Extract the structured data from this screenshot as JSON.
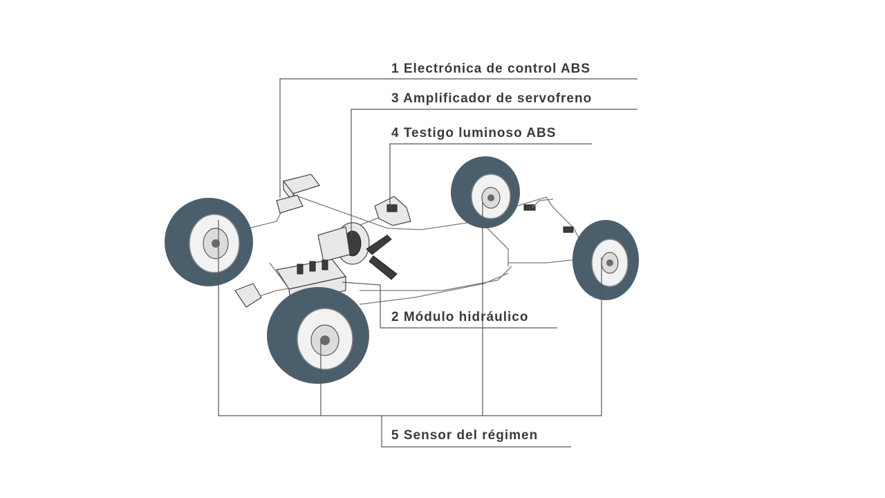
{
  "callouts": [
    {
      "id": "electronica",
      "text": "1 Electrónica de control ABS"
    },
    {
      "id": "modulo",
      "text": "2 Módulo hidráulico"
    },
    {
      "id": "amplificador",
      "text": "3 Amplificador de servofreno"
    },
    {
      "id": "testigo",
      "text": "4 Testigo luminoso ABS"
    },
    {
      "id": "sensor",
      "text": "5 Sensor del régimen"
    }
  ],
  "colors": {
    "tire": "#4b5e6b",
    "leader": "#555555",
    "text": "#3a3a3a"
  }
}
